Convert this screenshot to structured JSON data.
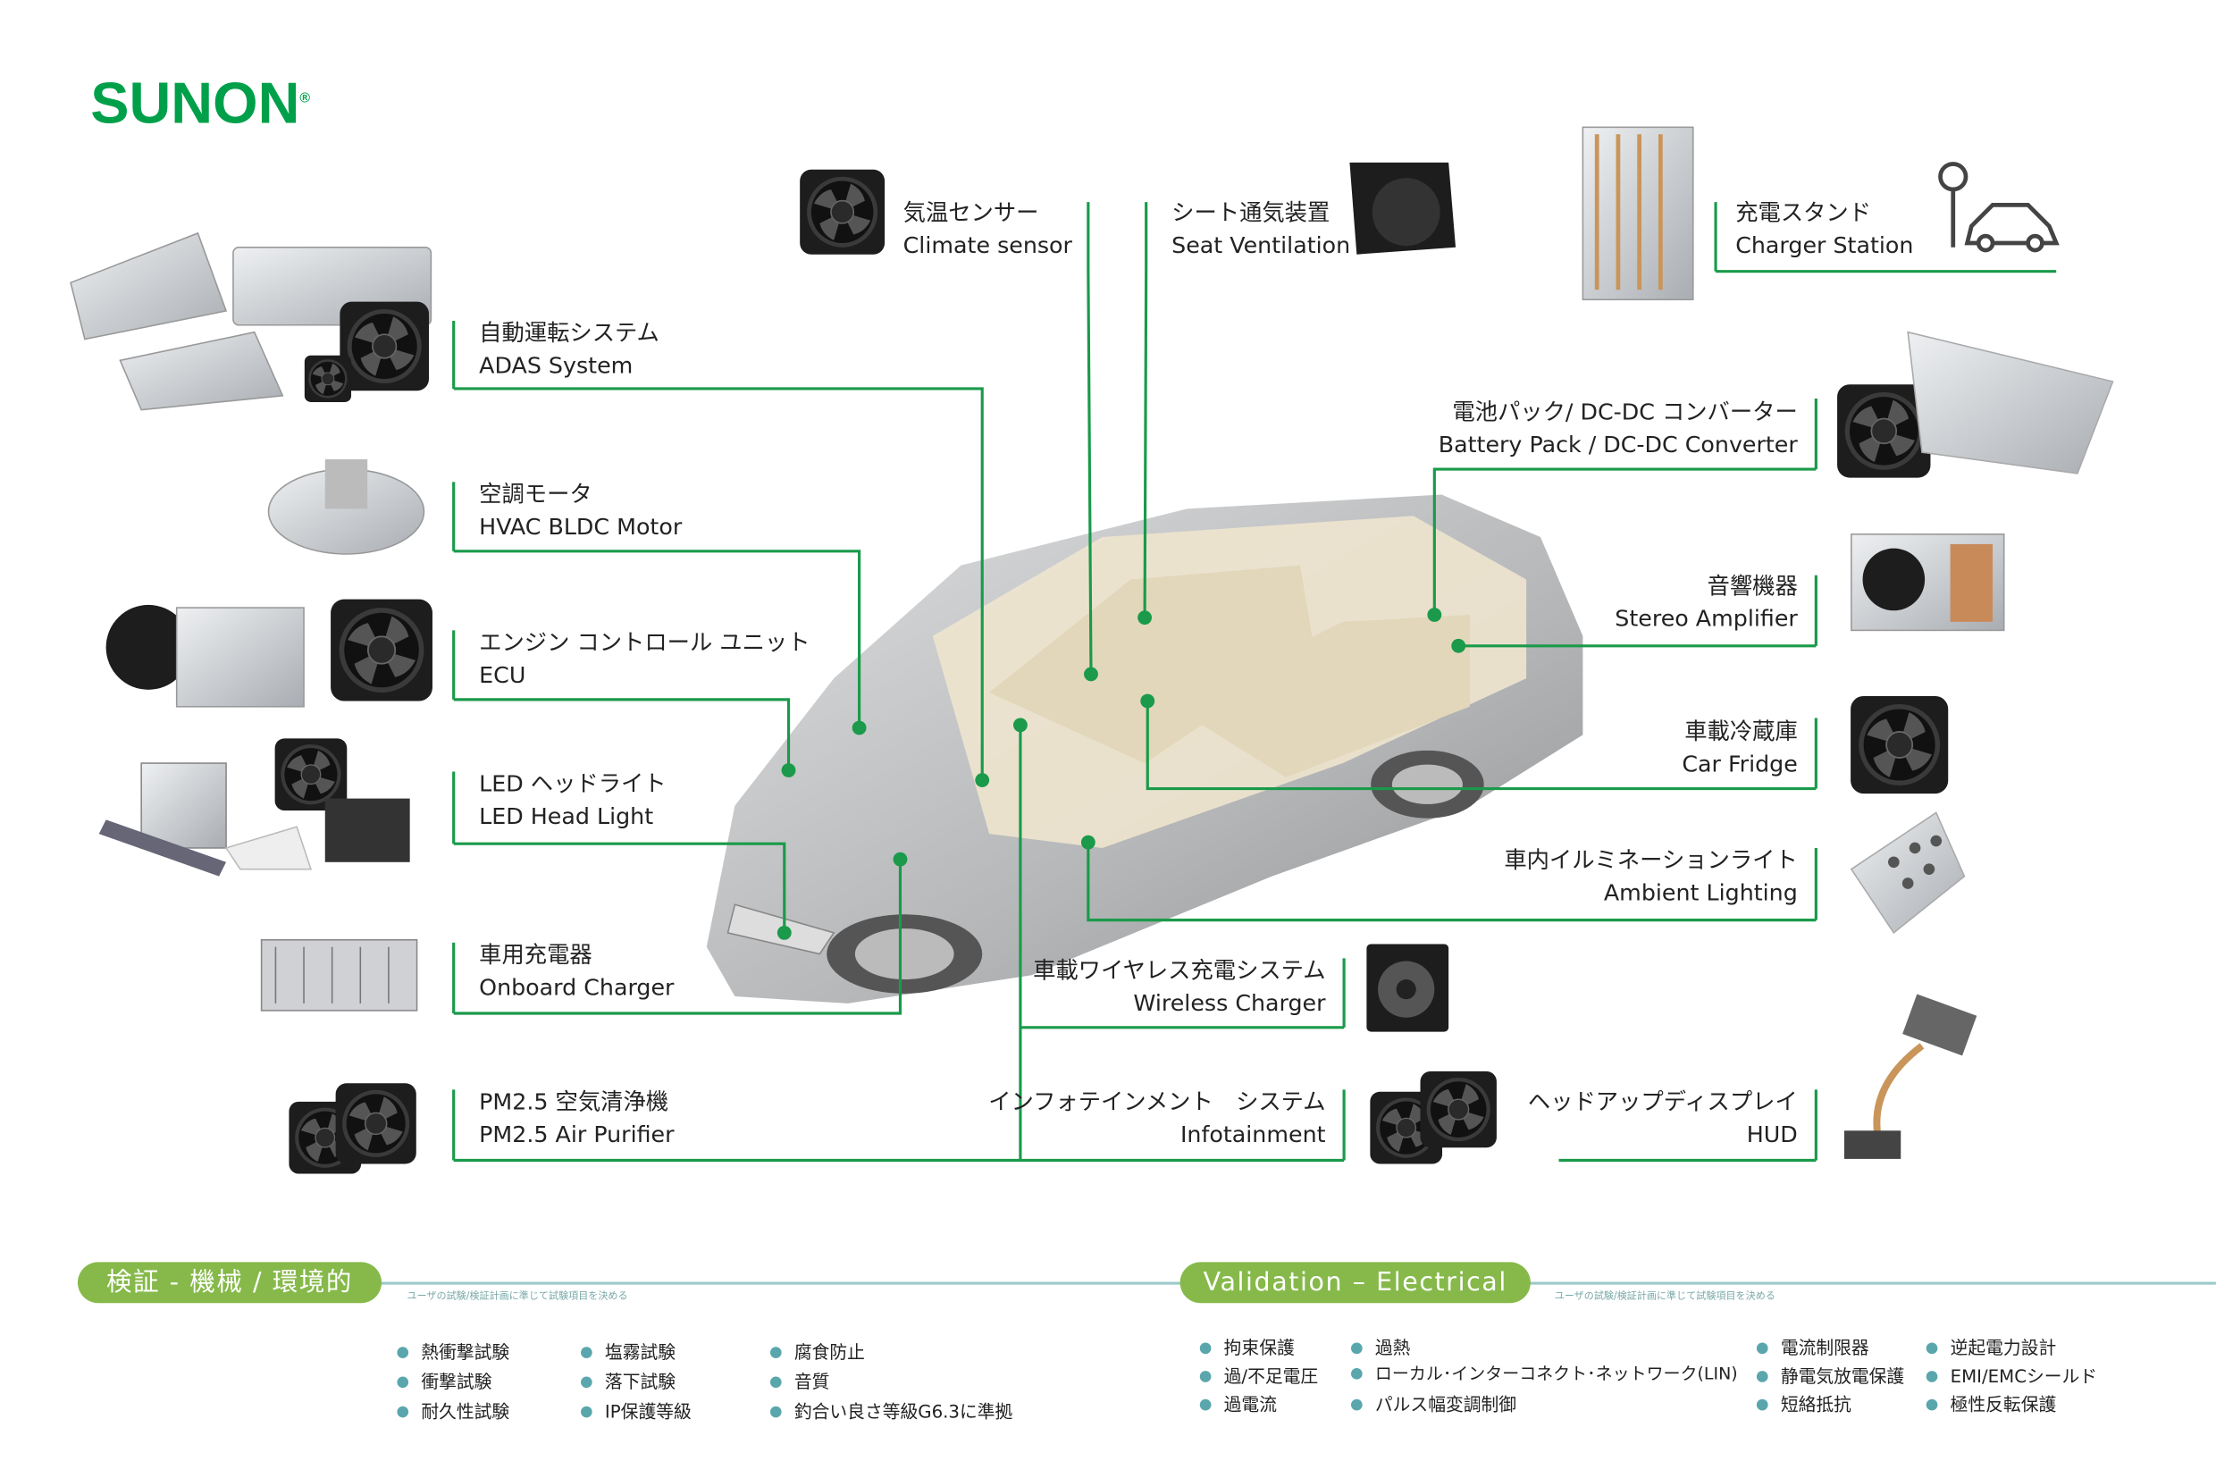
{
  "logo": {
    "text": "SUNON",
    "mark": "®"
  },
  "colors": {
    "brand_green": "#00a04a",
    "line_green": "#1a9a4a",
    "pill_green": "#86b94a",
    "bullet_teal": "#5aa6ad"
  },
  "callouts": {
    "climate": {
      "jp": "気温センサー",
      "en": "Climate sensor"
    },
    "seat": {
      "jp": "シート通気装置",
      "en": "Seat Ventilation"
    },
    "charger": {
      "jp": "充電スタンド",
      "en": "Charger Station"
    },
    "adas": {
      "jp": "自動運転システム",
      "en": "ADAS System"
    },
    "hvac": {
      "jp": "空調モータ",
      "en": "HVAC BLDC Motor"
    },
    "ecu": {
      "jp": "エンジン コントロール ユニット",
      "en": "ECU"
    },
    "led": {
      "jp": "LED ヘッドライト",
      "en": "LED Head Light"
    },
    "onboard": {
      "jp": "車用充電器",
      "en": "Onboard Charger"
    },
    "pm25": {
      "jp": "PM2.5 空気清浄機",
      "en": "PM2.5 Air Purifier"
    },
    "wireless": {
      "jp": "車載ワイヤレス充電システム",
      "en": "Wireless Charger"
    },
    "infotainment": {
      "jp": "インフォテインメント　システム",
      "en": "Infotainment"
    },
    "hud": {
      "jp": "ヘッドアップディスプレイ",
      "en": "HUD"
    },
    "battery": {
      "jp": "電池パック/ DC-DC コンバーター",
      "en": "Battery Pack / DC-DC Converter"
    },
    "stereo": {
      "jp": "音響機器",
      "en": "Stereo Amplifier"
    },
    "fridge": {
      "jp": "車載冷蔵庫",
      "en": "Car Fridge"
    },
    "ambient": {
      "jp": "車内イルミネーションライト",
      "en": "Ambient Lighting"
    }
  },
  "validation_mech": {
    "title": "検証 - 機械 / 環境的",
    "subtitle": "ユーザの試験/検証計画に準じて試験項目を決める",
    "items": [
      "熱衝撃試験",
      "衝撃試験",
      "耐久性試験",
      "塩霧試験",
      "落下試験",
      "IP保護等級",
      "腐食防止",
      "音質",
      "釣合い良さ等級G6.3に準拠"
    ]
  },
  "validation_elec": {
    "title": "Validation – Electrical",
    "subtitle": "ユーザの試験/検証計画に準じて試験項目を決める",
    "items": [
      "拘束保護",
      "過/不足電圧",
      "過電流",
      "過熱",
      "ローカル･インターコネクト･ネットワーク(LIN)",
      "パルス幅変調制御",
      "電流制限器",
      "静電気放電保護",
      "短絡抵抗",
      "逆起電力設計",
      "EMI/EMCシールド",
      "極性反転保護"
    ]
  }
}
